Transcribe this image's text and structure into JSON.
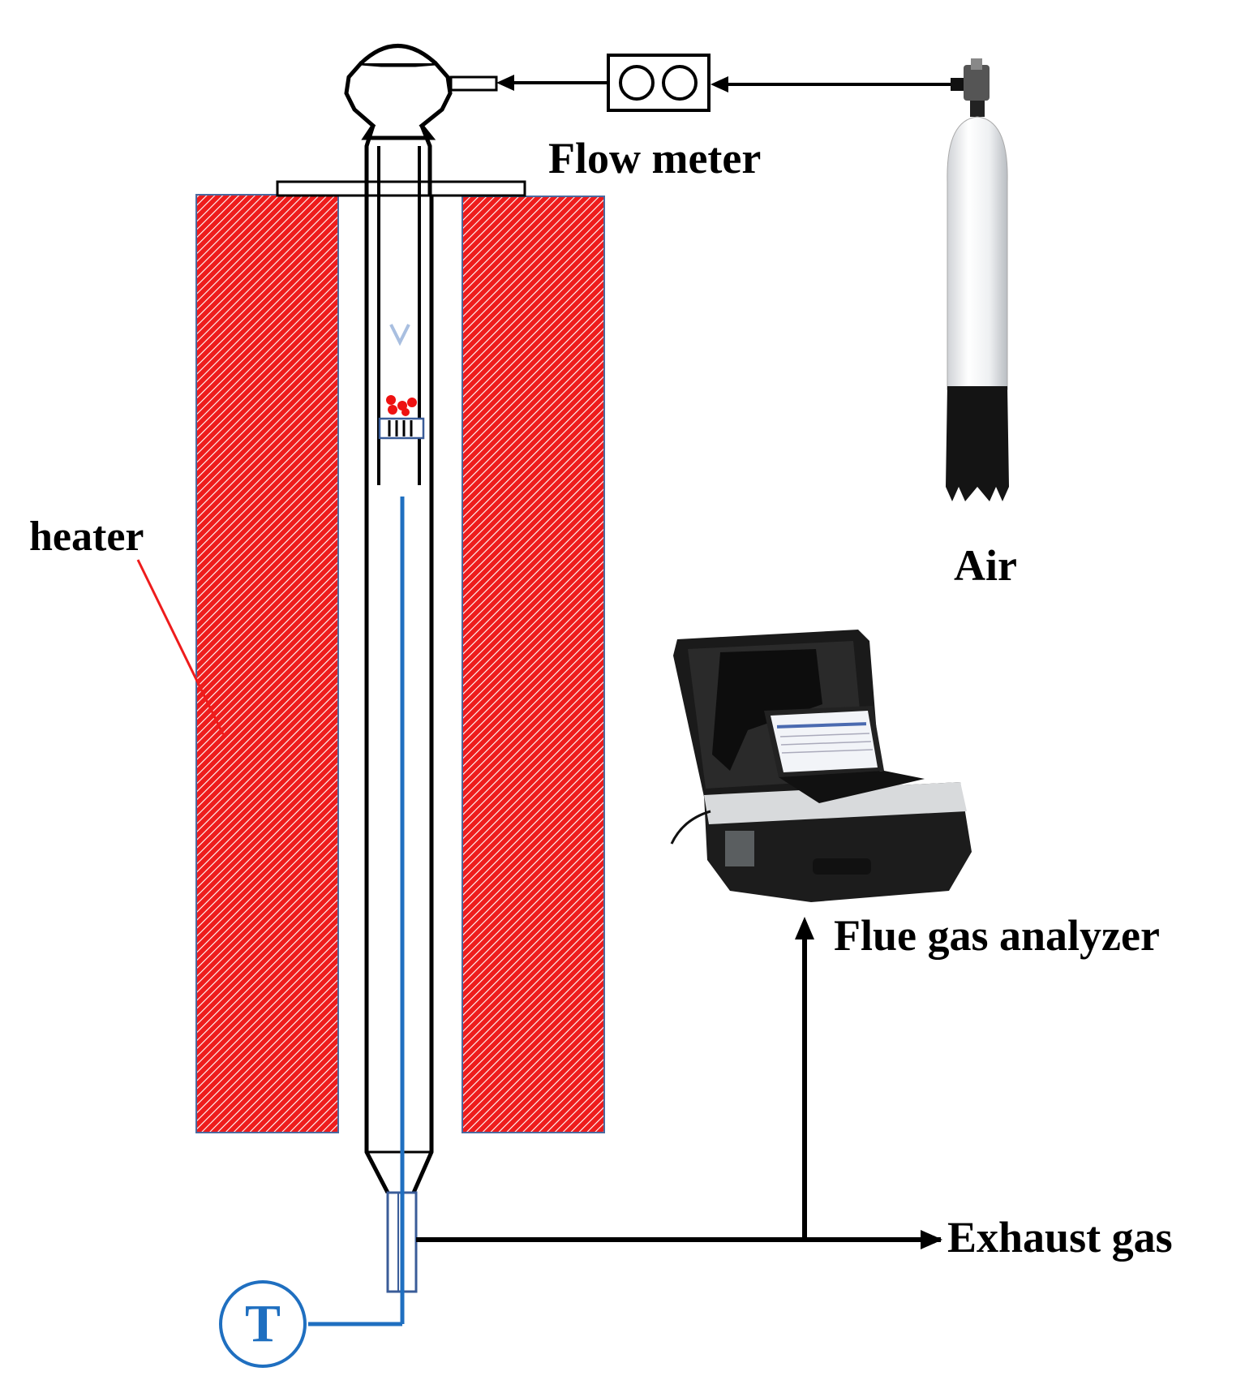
{
  "labels": {
    "flow_meter": "Flow meter",
    "heater": "heater",
    "air": "Air",
    "flue_gas_analyzer": "Flue gas analyzer",
    "exhaust_gas": "Exhaust gas",
    "thermocouple": "T"
  },
  "colors": {
    "heater_fill": "#ee1c1c",
    "heater_hatch": "#ffffff",
    "thermocouple_line": "#1f6fc0",
    "dashed_flow_dark": "#333a4a",
    "dashed_flow_light": "#a9bfe0",
    "sample_particles": "#ee1111",
    "line": "#000000"
  },
  "icons": {
    "air_source": "gas-cylinder-icon",
    "flow_meter": "flow-meter-icon",
    "analyzer": "laptop-analyzer-case-icon"
  }
}
